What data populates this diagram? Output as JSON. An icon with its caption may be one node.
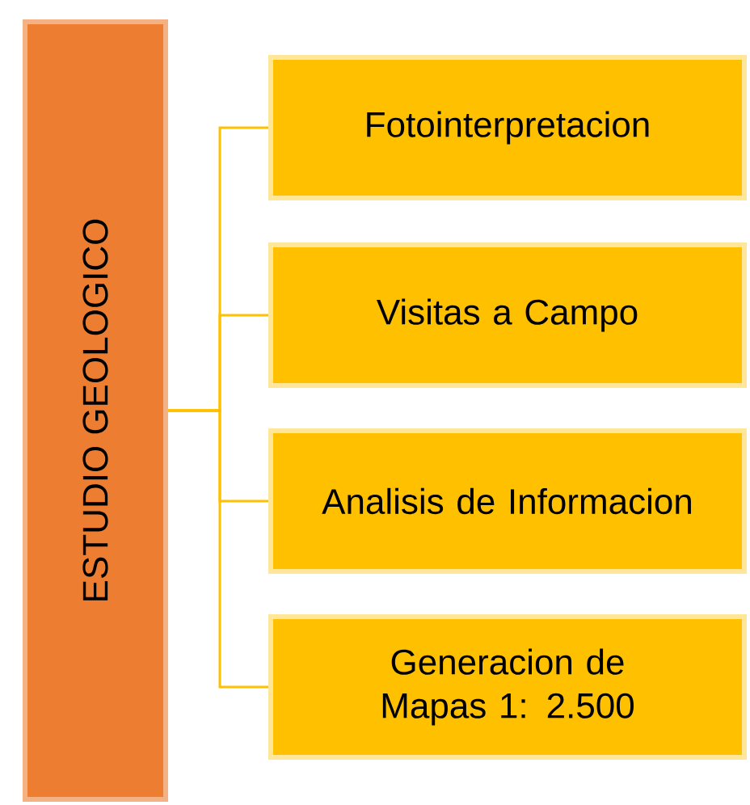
{
  "diagram": {
    "nodes": [
      {
        "text": [
          "ESTUDIO GEOLOGICO"
        ]
      },
      {
        "text": [
          "Fotointerpretacion"
        ]
      },
      {
        "text": [
          "Visitas a Campo"
        ]
      },
      {
        "text": [
          "Analisis de Informacion"
        ]
      },
      {
        "text": [
          "Generacion de Mapas 1: 2.500"
        ]
      }
    ],
    "edges": [
      {
        "from": 0,
        "to": 1,
        "arrow": "none"
      },
      {
        "from": 0,
        "to": 2,
        "arrow": "none"
      },
      {
        "from": 0,
        "to": 3,
        "arrow": "none"
      },
      {
        "from": 0,
        "to": 4,
        "arrow": "none"
      }
    ]
  }
}
